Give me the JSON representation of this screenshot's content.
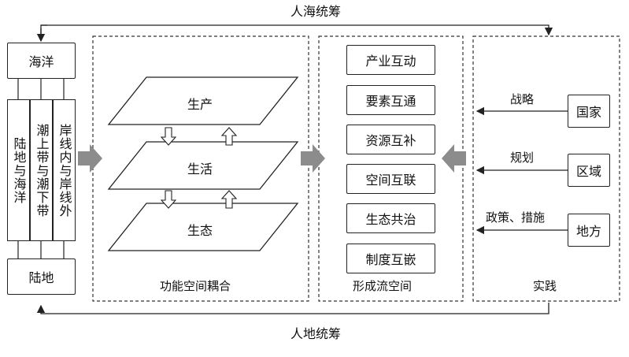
{
  "top_label": "人海统筹",
  "bottom_label": "人地统筹",
  "left": {
    "top_box": "海洋",
    "bottom_box": "陆地",
    "columns": [
      "陆地与海洋",
      "潮上带与潮下带",
      "岸线内与岸线外"
    ]
  },
  "coupling": {
    "caption": "功能空间耦合",
    "planes": [
      "生产",
      "生活",
      "生态"
    ]
  },
  "flow": {
    "caption": "形成流空间",
    "items": [
      "产业互动",
      "要素互通",
      "资源互补",
      "空间互联",
      "生态共治",
      "制度互嵌"
    ]
  },
  "practice": {
    "caption": "实践",
    "levels": [
      {
        "box": "国家",
        "arrow_label": "战略"
      },
      {
        "box": "区域",
        "arrow_label": "规划"
      },
      {
        "box": "地方",
        "arrow_label": "政策、措施"
      }
    ]
  }
}
